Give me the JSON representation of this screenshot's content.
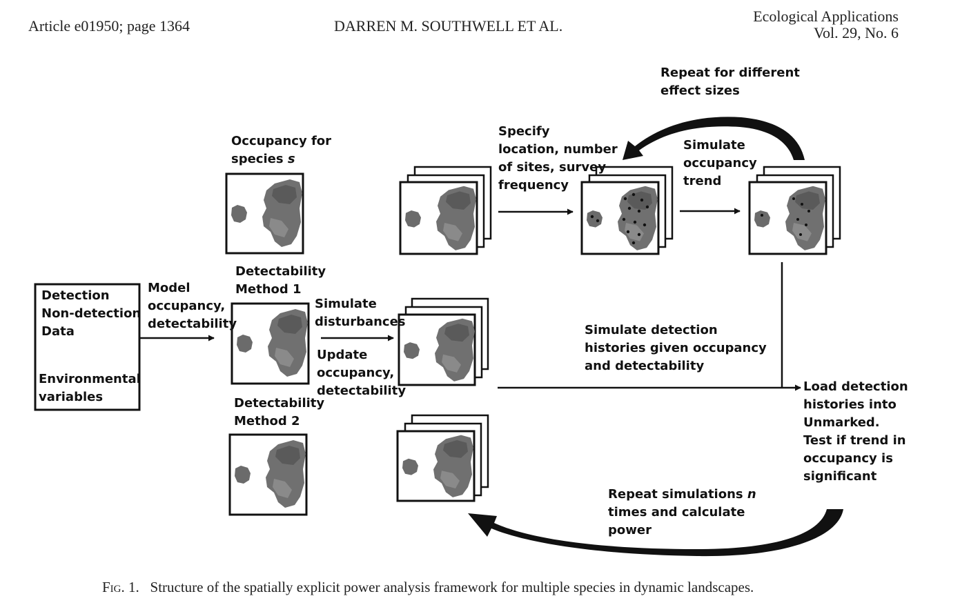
{
  "header": {
    "left": "Article e01950; page 1364",
    "center": "DARREN M. SOUTHWELL ET AL.",
    "right_line1": "Ecological Applications",
    "right_line2": "Vol. 29, No. 6"
  },
  "figure": {
    "input_box": {
      "line1": "Detection",
      "line2": "Non-detection",
      "line3": "Data",
      "line4": "Environmental",
      "line5": "variables"
    },
    "model_label": {
      "line1": "Model",
      "line2": "occupancy,",
      "line3": "detectability"
    },
    "occupancy_label": {
      "line1": "Occupancy for",
      "line2_prefix": "species ",
      "line2_var": "s"
    },
    "detect1_label": {
      "line1": "Detectability",
      "line2": "Method 1"
    },
    "detect2_label": {
      "line1": "Detectability",
      "line2": "Method 2"
    },
    "disturb_label": {
      "line1": "Simulate",
      "line2": "disturbances"
    },
    "update_label": {
      "line1": "Update",
      "line2": "occupancy,",
      "line3": "detectability"
    },
    "specify_label": {
      "line1": "Specify",
      "line2": "location, number",
      "line3": "of sites, survey",
      "line4": "frequency"
    },
    "repeat_effect_label": {
      "line1": "Repeat for different",
      "line2": "effect sizes"
    },
    "trend_label": {
      "line1": "Simulate",
      "line2": "occupancy",
      "line3": "trend"
    },
    "detection_hist_label": {
      "line1": "Simulate detection",
      "line2": "histories given occupancy",
      "line3": "and detectability"
    },
    "load_label": {
      "line1": "Load detection",
      "line2": "histories into",
      "line3": "Unmarked.",
      "line4": "Test if trend in",
      "line5": "occupancy is",
      "line6": "significant"
    },
    "repeat_sim_label": {
      "line1_prefix": "Repeat simulations ",
      "line1_var": "n",
      "line2": "times and calculate",
      "line3": "power"
    }
  },
  "caption": {
    "fig_label": "Fig. 1.",
    "text": "Structure of the spatially explicit power analysis framework for multiple species in dynamic landscapes."
  }
}
